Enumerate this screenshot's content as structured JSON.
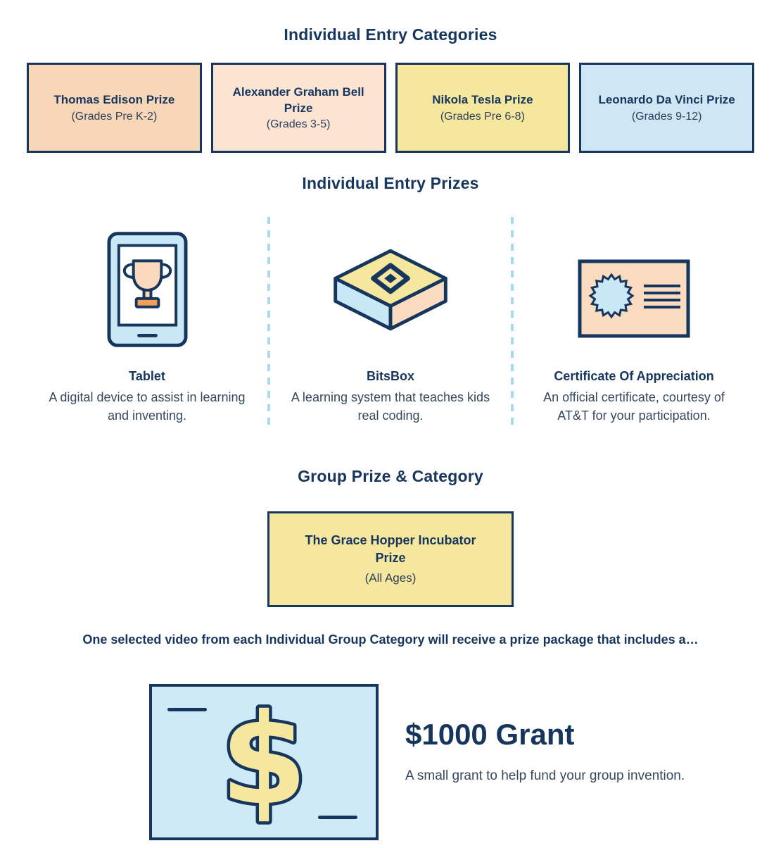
{
  "sections": {
    "categories_title": "Individual Entry Categories",
    "prizes_title": "Individual Entry Prizes",
    "group_title": "Group Prize & Category",
    "banner": "One selected video from each Individual Group Category will receive a prize package that includes a…"
  },
  "categories": [
    {
      "label": "Thomas Edison Prize",
      "grades": "(Grades Pre K-2)",
      "bg": "#F8D7B9"
    },
    {
      "label": "Alexander Graham Bell Prize",
      "grades": "(Grades 3-5)",
      "bg": "#FBE4D2"
    },
    {
      "label": "Nikola Tesla Prize",
      "grades": "(Grades Pre 6-8)",
      "bg": "#F6E79F"
    },
    {
      "label": "Leonardo Da Vinci Prize",
      "grades": "(Grades 9-12)",
      "bg": "#CFE7F4"
    }
  ],
  "prizes": [
    {
      "icon": "tablet-icon",
      "name": "Tablet",
      "description": "A digital device to assist in learning and inventing."
    },
    {
      "icon": "bitsbox-icon",
      "name": "BitsBox",
      "description": "A learning system that teaches kids real coding."
    },
    {
      "icon": "certificate-icon",
      "name": "Certificate Of Appreciation",
      "description": "An official certificate, courtesy of AT&T for your participation."
    }
  ],
  "group": {
    "label": "The Grace Hopper Incubator Prize",
    "ages": "(All Ages)",
    "bg": "#F6E79F"
  },
  "grant": {
    "heading": "$1000 Grant",
    "description": "A small grant to help fund your group invention.",
    "dollar_symbol": "$"
  },
  "colors": {
    "heading": "#17365D",
    "body_text": "#35485E",
    "border": "#17365D",
    "separator_dash": "#A9D9EC",
    "grant_card_background": "#CDEAF6",
    "dollar_fill": "#F6E79F",
    "icon_blue": "#C9E8F6",
    "icon_peach": "#FBDCC1",
    "icon_yellow": "#F6E79F",
    "trophy_base_orange": "#F2A057"
  }
}
